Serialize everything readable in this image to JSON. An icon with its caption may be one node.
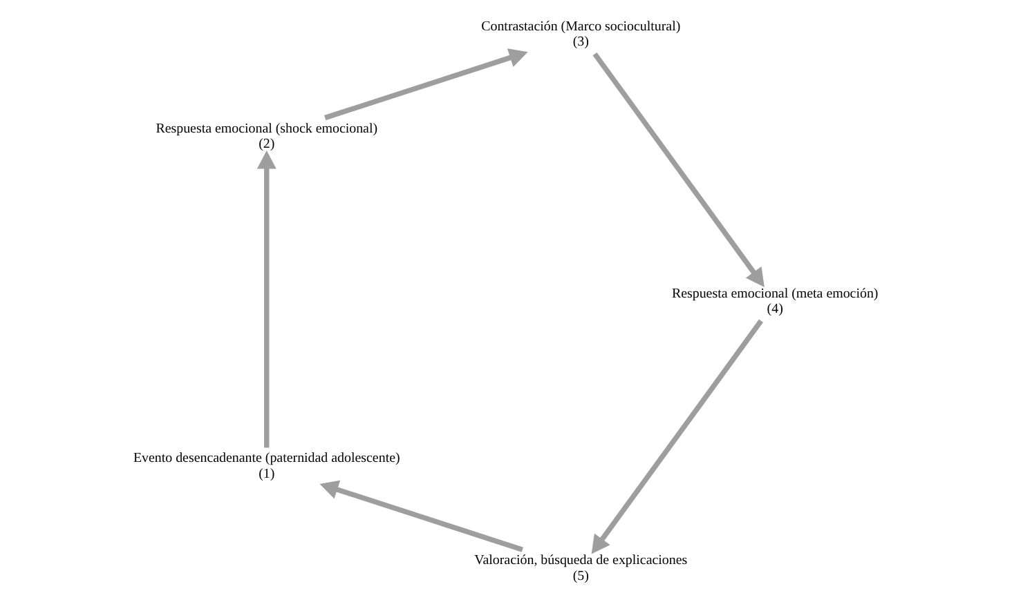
{
  "diagram": {
    "nodes": [
      {
        "text": [
          "Valoración, búsqueda de explicaciones",
          "(5)"
        ]
      },
      {
        "text": [
          "Evento desencadenante (paternidad adolescente)",
          "(1)"
        ]
      },
      {
        "text": [
          "Respuesta emocional (meta emoción)",
          "(4)"
        ]
      },
      {
        "text": [
          "Respuesta emocional (shock emocional)",
          "(2)"
        ]
      },
      {
        "text": [
          "Contrastación (Marco sociocultural)",
          "(3)"
        ]
      }
    ],
    "edges": [
      {
        "from": 1,
        "to": 3,
        "arrow": "to"
      },
      {
        "from": 3,
        "to": 4,
        "arrow": "to"
      },
      {
        "from": 4,
        "to": 2,
        "arrow": "to"
      },
      {
        "from": 2,
        "to": 0,
        "arrow": "to"
      },
      {
        "from": 0,
        "to": 1,
        "arrow": "to"
      }
    ]
  }
}
